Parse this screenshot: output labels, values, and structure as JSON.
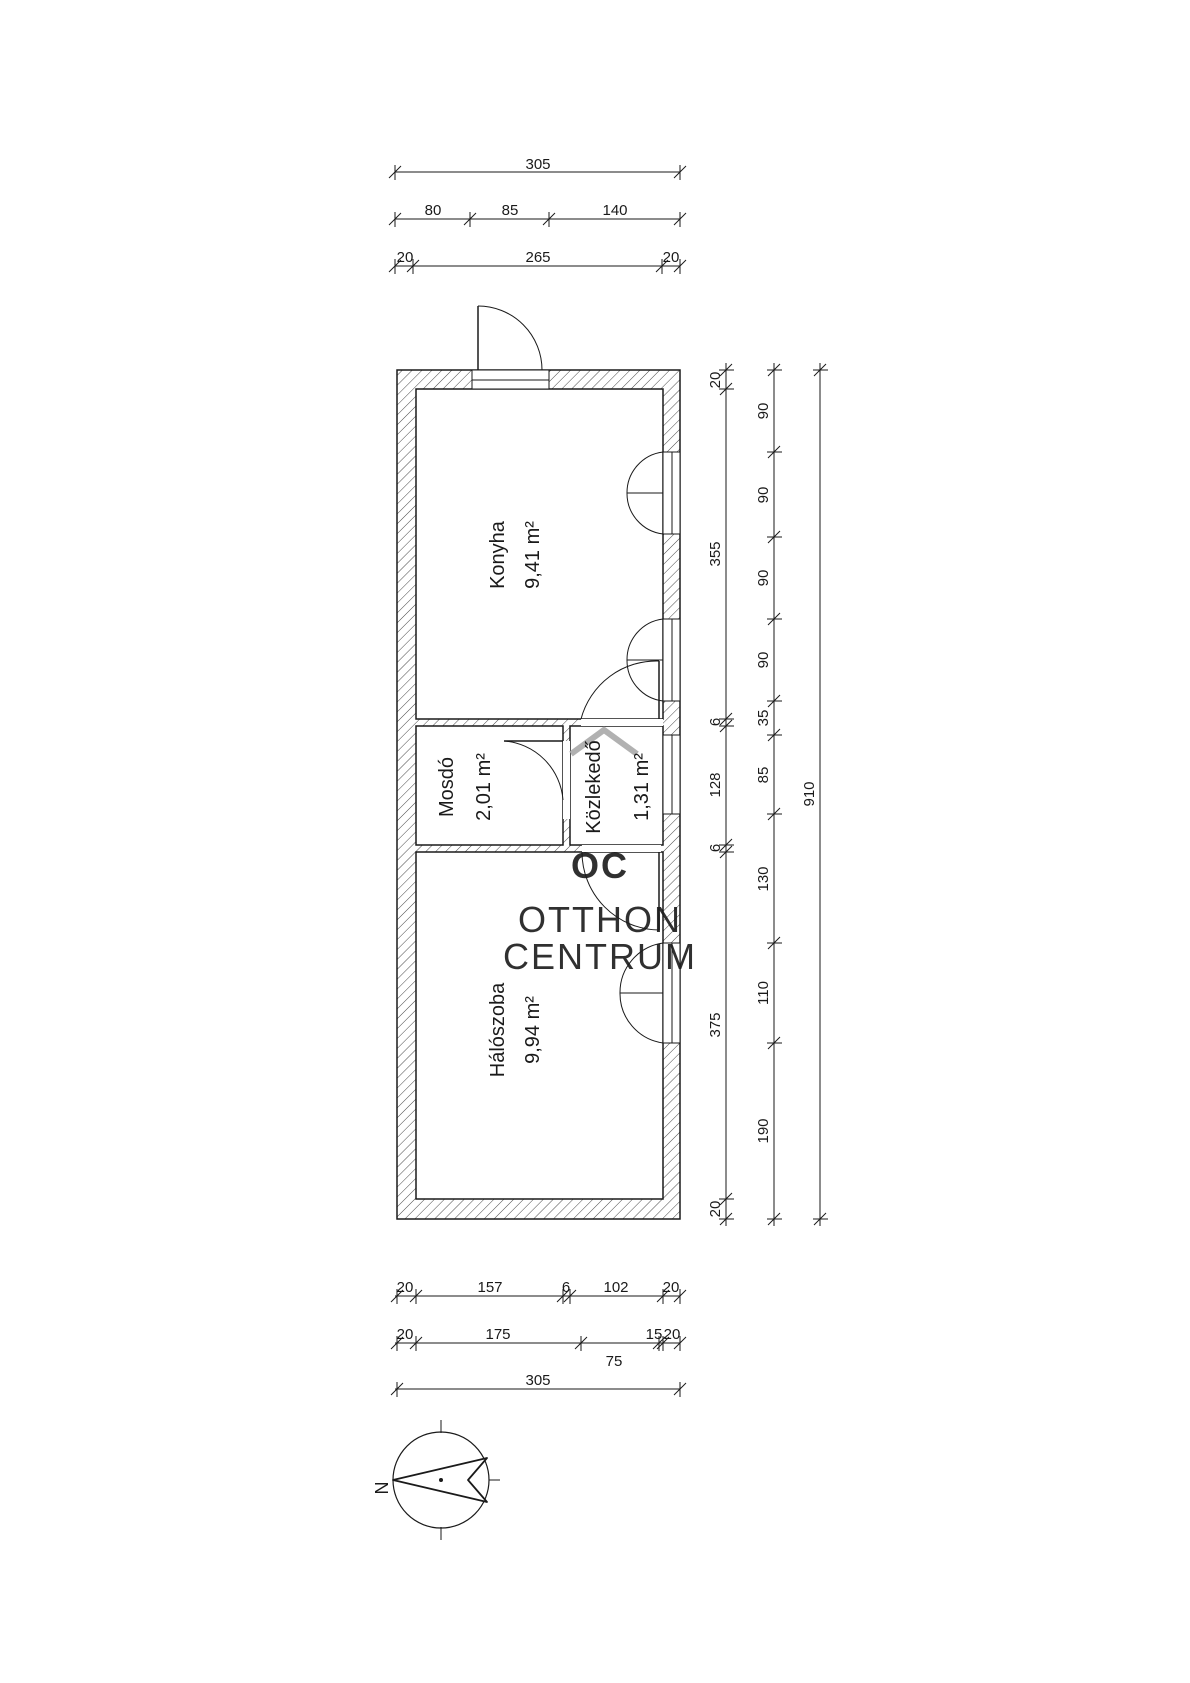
{
  "rooms": [
    {
      "id": "konyha",
      "name": "Konyha",
      "area": "9,41 m²"
    },
    {
      "id": "mosdo",
      "name": "Mosdó",
      "area": "2,01 m²"
    },
    {
      "id": "kozlekedo",
      "name": "Közlekedő",
      "area": "1,31 m²"
    },
    {
      "id": "haloszoba",
      "name": "Hálószoba",
      "area": "9,94 m²"
    }
  ],
  "dims_top": {
    "row1": [
      "305"
    ],
    "row2": [
      "80",
      "85",
      "140"
    ],
    "row3": [
      "20",
      "265",
      "20"
    ]
  },
  "dims_bottom": {
    "row1": [
      "20",
      "157",
      "6",
      "102",
      "20"
    ],
    "row2": [
      "20",
      "175",
      "75",
      "15",
      "20"
    ],
    "row3": [
      "305"
    ]
  },
  "dims_right": {
    "col1": [
      "20",
      "355",
      "6",
      "128",
      "6",
      "375",
      "20"
    ],
    "col2": [
      "90",
      "90",
      "90",
      "90",
      "35",
      "85",
      "130",
      "110",
      "190"
    ],
    "col3": [
      "910"
    ]
  },
  "compass": {
    "label": "N"
  },
  "watermark": {
    "logo": "OC",
    "line1": "OTTHON",
    "line2": "CENTRUM"
  }
}
